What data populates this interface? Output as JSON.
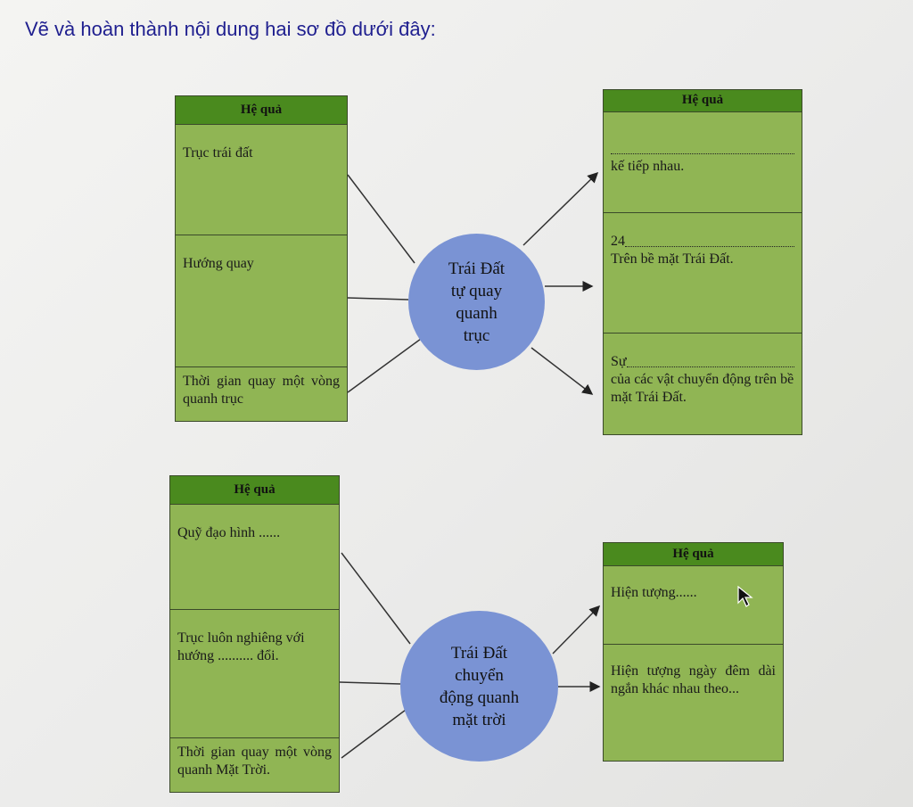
{
  "question": "Vẽ và hoàn thành nội dung hai sơ đồ dưới đây:",
  "diagram1": {
    "left": {
      "header": "Hệ quả",
      "rows": [
        "Trục trái đất",
        "Hướng quay",
        "Thời gian quay một vòng quanh trục"
      ]
    },
    "center": {
      "line1": "Trái Đất",
      "line2": "tự quay",
      "line3": "quanh",
      "line4": "trục"
    },
    "right": {
      "header": "Hệ quả",
      "row1_text": "kế tiếp nhau.",
      "row2_prefix": "24",
      "row2_text": "Trên bề mặt Trái Đất.",
      "row3_prefix": "Sự",
      "row3_text": "của các vật chuyển động trên bề mặt Trái Đất."
    }
  },
  "diagram2": {
    "left": {
      "header": "Hệ quả",
      "rows": [
        "Quỹ đạo hình ......",
        "Trục luôn nghiêng với hướng .......... đổi.",
        "Thời gian quay một vòng quanh Mặt Trời."
      ]
    },
    "center": {
      "line1": "Trái Đất",
      "line2": "chuyển",
      "line3": "động quanh",
      "line4": "mặt trời"
    },
    "right": {
      "header": "Hệ quả",
      "rows": [
        "Hiện tượng......",
        "Hiện tượng ngày đêm dài ngắn khác nhau theo..."
      ]
    }
  },
  "colors": {
    "box_fill": "#90b554",
    "header_fill": "#4a8a1e",
    "circle_fill": "#7a93d4",
    "question_text": "#1f1f8f"
  },
  "icons": {
    "cursor": "mouse-pointer-icon"
  }
}
